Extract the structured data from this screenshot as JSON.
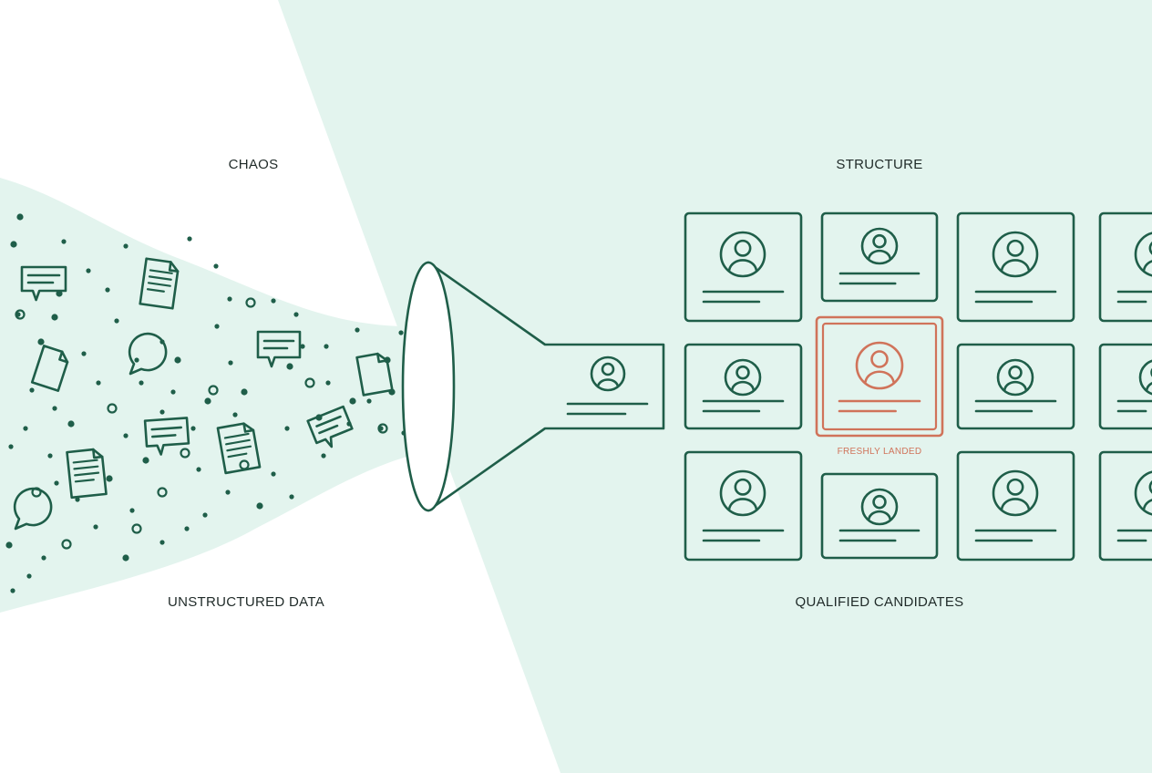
{
  "labels": {
    "chaos": "CHAOS",
    "structure": "STRUCTURE",
    "unstructured": "UNSTRUCTURED DATA",
    "qualified": "QUALIFIED CANDIDATES",
    "freshly_landed": "FRESHLY LANDED"
  },
  "colors": {
    "ink": "#1f5e49",
    "mint": "#e3f4ee",
    "accent": "#d0735a",
    "text": "#1f2a28"
  },
  "icons": {
    "message": "speech-bubble-icon",
    "document": "document-icon",
    "chat": "chat-circle-icon",
    "file": "file-icon",
    "person": "user-avatar-icon",
    "dot": "data-dot"
  },
  "candidate_grid": {
    "rows": 3,
    "columns": 4,
    "highlighted": {
      "row": 2,
      "column": 2
    }
  }
}
